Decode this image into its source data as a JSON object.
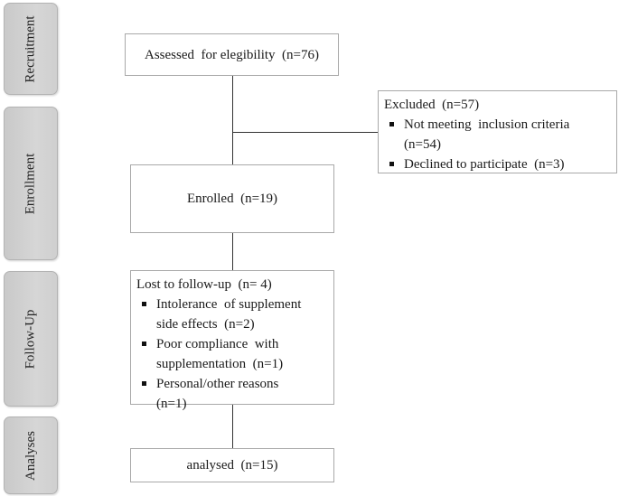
{
  "stages": {
    "recruitment": "Recruitment",
    "enrollment": "Enrollment",
    "follow_up": "Follow-Up",
    "analyses": "Analyses"
  },
  "boxes": {
    "assessed": "Assessed  for elegibility  (n=76)",
    "excluded": {
      "title": "Excluded  (n=57)",
      "items": [
        {
          "line1": "Not meeting  inclusion criteria",
          "line2": "(n=54)"
        },
        {
          "line1": "Declined to participate  (n=3)"
        }
      ]
    },
    "enrolled": "Enrolled  (n=19)",
    "lost": {
      "title": "Lost to follow-up  (n= 4)",
      "items": [
        {
          "line1": "Intolerance  of supplement",
          "line2": "side effects  (n=2)"
        },
        {
          "line1": "Poor compliance  with",
          "line2": "supplementation  (n=1)"
        },
        {
          "line1": "Personal/other reasons",
          "line2": "(n=1)"
        }
      ]
    },
    "analysed": "analysed  (n=15)"
  }
}
